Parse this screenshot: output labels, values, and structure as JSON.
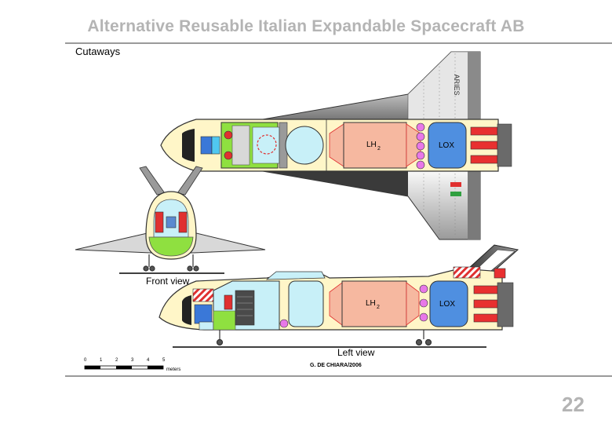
{
  "page": {
    "title": "Alternative Reusable Italian Expandable Spacecraft AB",
    "subtitle": "Cutaways",
    "page_number": "22"
  },
  "diagram": {
    "top_view": {
      "wing_text": "ARIES",
      "tank_lh2": "LH",
      "tank_lh2_sub": "2",
      "tank_lox": "LOX"
    },
    "front_view": {
      "label": "Front view"
    },
    "left_view": {
      "label": "Left view",
      "tank_lh2": "LH",
      "tank_lh2_sub": "2",
      "tank_lox": "LOX"
    },
    "scale_bar": {
      "ticks": [
        "0",
        "1",
        "2",
        "3",
        "4",
        "5"
      ],
      "unit": "meters"
    },
    "credit": "G. DE CHIARA/2006"
  },
  "colors": {
    "title_gray": "#b4b4b4",
    "cream_hull": "#fff6c8",
    "lh2_tank": "#f6b8a0",
    "lox_tank": "#4f8fe0",
    "cabin_green": "#8fe040",
    "cabin_cyan": "#c8f0f8",
    "engine_red": "#e83030",
    "pink_sphere": "#e878e8",
    "wing_gray": "#8a8a8a"
  }
}
